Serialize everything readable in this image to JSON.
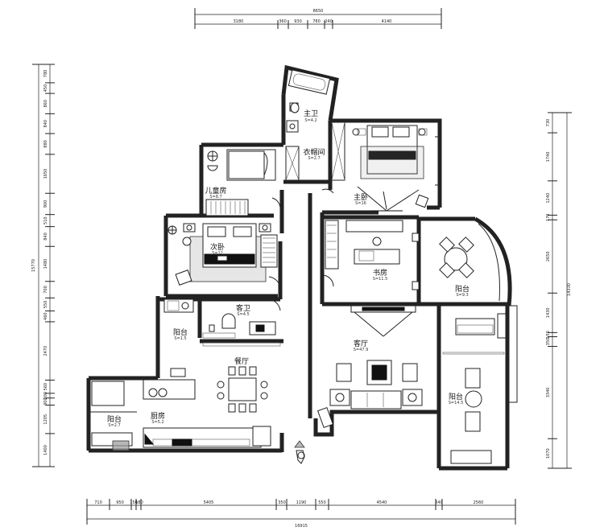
{
  "dimensions": {
    "top_total": "8650",
    "top": [
      "3180",
      "360",
      "930",
      "780",
      "240",
      "4140"
    ],
    "bottom": [
      "710",
      "950",
      "150",
      "180",
      "5405",
      "350",
      "1190",
      "550",
      "4540",
      "240",
      "2560"
    ],
    "bottom_total": "16915",
    "left_total": "15770",
    "left": [
      "780",
      "450",
      "860",
      "840",
      "880",
      "1650",
      "900",
      "510",
      "840",
      "1480",
      "700",
      "550",
      "460",
      "2470",
      "560",
      "200",
      "300",
      "1205",
      "1400"
    ],
    "right_total": "14330",
    "right": [
      "730",
      "1740",
      "1240",
      "170",
      "2650",
      "1430",
      "150",
      "350",
      "3340",
      "1070"
    ]
  },
  "rooms": {
    "master_bath": {
      "label": "主卫",
      "area": "S=4.2"
    },
    "closet": {
      "label": "衣帽间",
      "area": "S=2.7"
    },
    "kids_room": {
      "label": "儿童房",
      "area": "S=8.7"
    },
    "master_bedroom": {
      "label": "主卧",
      "area": "S=16"
    },
    "second_bedroom": {
      "label": "次卧",
      "area": "S=12"
    },
    "study": {
      "label": "书房",
      "area": "S=11.5"
    },
    "balcony_east": {
      "label": "阳台",
      "area": "S=9.3"
    },
    "guest_bath": {
      "label": "客卫",
      "area": "S=4.5"
    },
    "balcony_west": {
      "label": "阳台",
      "area": "S=1.5"
    },
    "living_room": {
      "label": "客厅",
      "area": "S=47.9"
    },
    "dining_room": {
      "label": "餐厅",
      "area": ""
    },
    "kitchen": {
      "label": "厨房",
      "area": "S=5.2"
    },
    "balcony_kitchen": {
      "label": "阳台",
      "area": "S=2.7"
    },
    "balcony_south": {
      "label": "阳台",
      "area": "S=14.5"
    }
  },
  "icons": {
    "entrance": "entrance-arrow-icon"
  }
}
